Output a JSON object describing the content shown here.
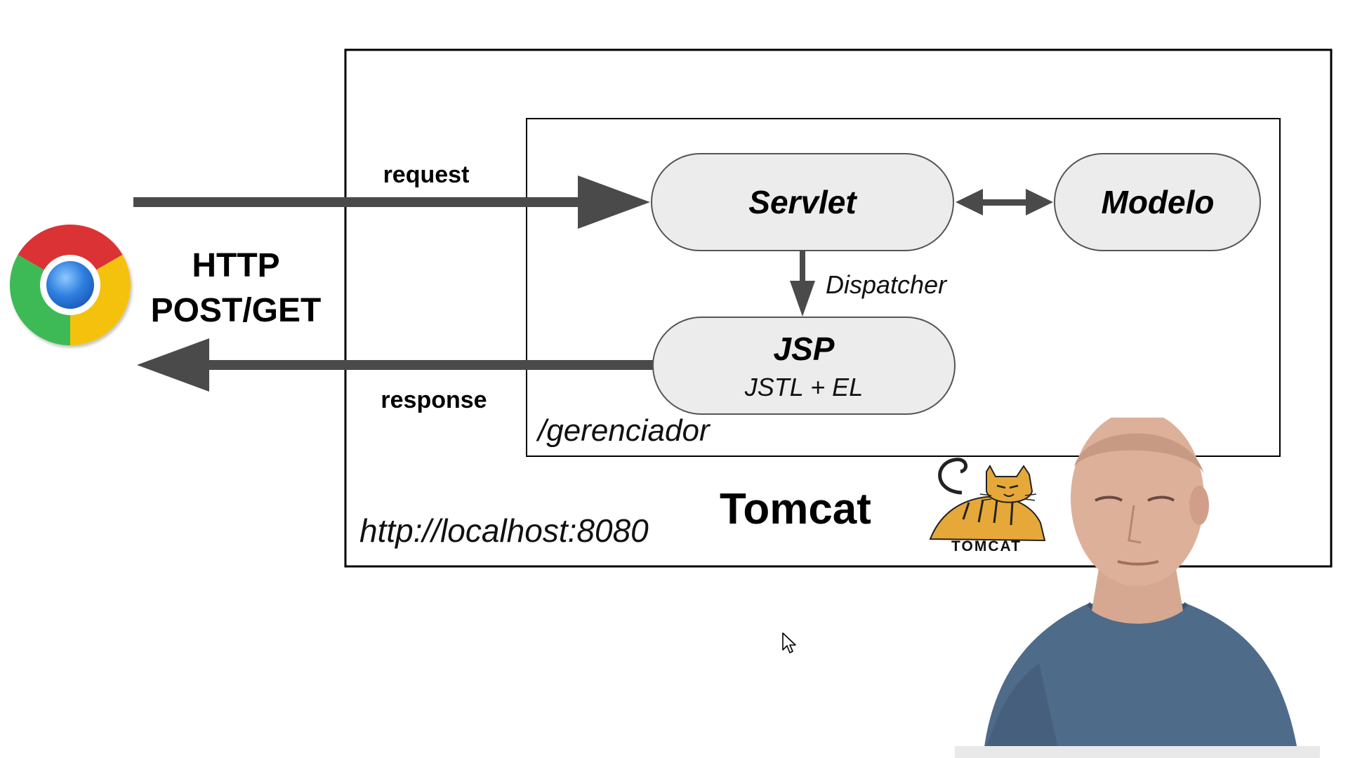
{
  "diagram": {
    "client": {
      "icon": "chrome-browser-icon",
      "protocol_line1": "HTTP",
      "protocol_line2": "POST/GET"
    },
    "flows": {
      "request_label": "request",
      "response_label": "response"
    },
    "server": {
      "name": "Tomcat",
      "url": "http://localhost:8080",
      "logo_icon": "tomcat-cat-logo-icon",
      "logo_text": "TOMCAT"
    },
    "application": {
      "context_path": "/gerenciador",
      "nodes": {
        "servlet": {
          "title": "Servlet"
        },
        "modelo": {
          "title": "Modelo"
        },
        "jsp": {
          "title": "JSP",
          "subtitle": "JSTL + EL"
        }
      },
      "dispatch_label": "Dispatcher"
    }
  },
  "colors": {
    "arrow": "#4a4a4a",
    "node_fill": "#ececec",
    "node_stroke": "#555555",
    "frame": "#000000",
    "tomcat_orange": "#e7a83a"
  },
  "overlay": {
    "presenter": "presenter-webcam-video",
    "cursor": "mouse-cursor-icon"
  }
}
